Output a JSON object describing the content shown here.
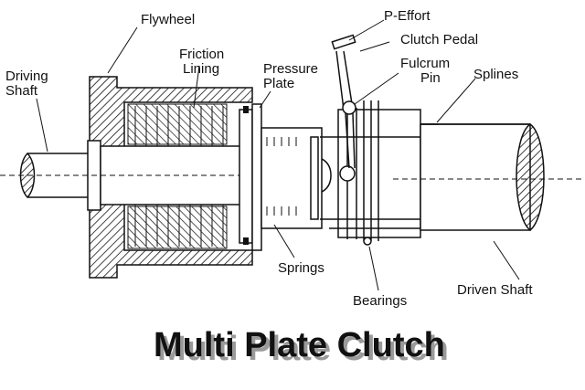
{
  "labels": {
    "flywheel": "Flywheel",
    "p_effort": "P-Effort",
    "clutch_pedal": "Clutch Pedal",
    "friction": "Friction",
    "lining": "Lining",
    "pressure": "Pressure",
    "plate": "Plate",
    "fulcrum": "Fulcrum",
    "pin": "Pin",
    "splines": "Splines",
    "driving": "Driving",
    "shaft": "Shaft",
    "springs": "Springs",
    "bearings": "Bearings",
    "driven_shaft": "Driven Shaft"
  },
  "title": "Multi Plate Clutch"
}
